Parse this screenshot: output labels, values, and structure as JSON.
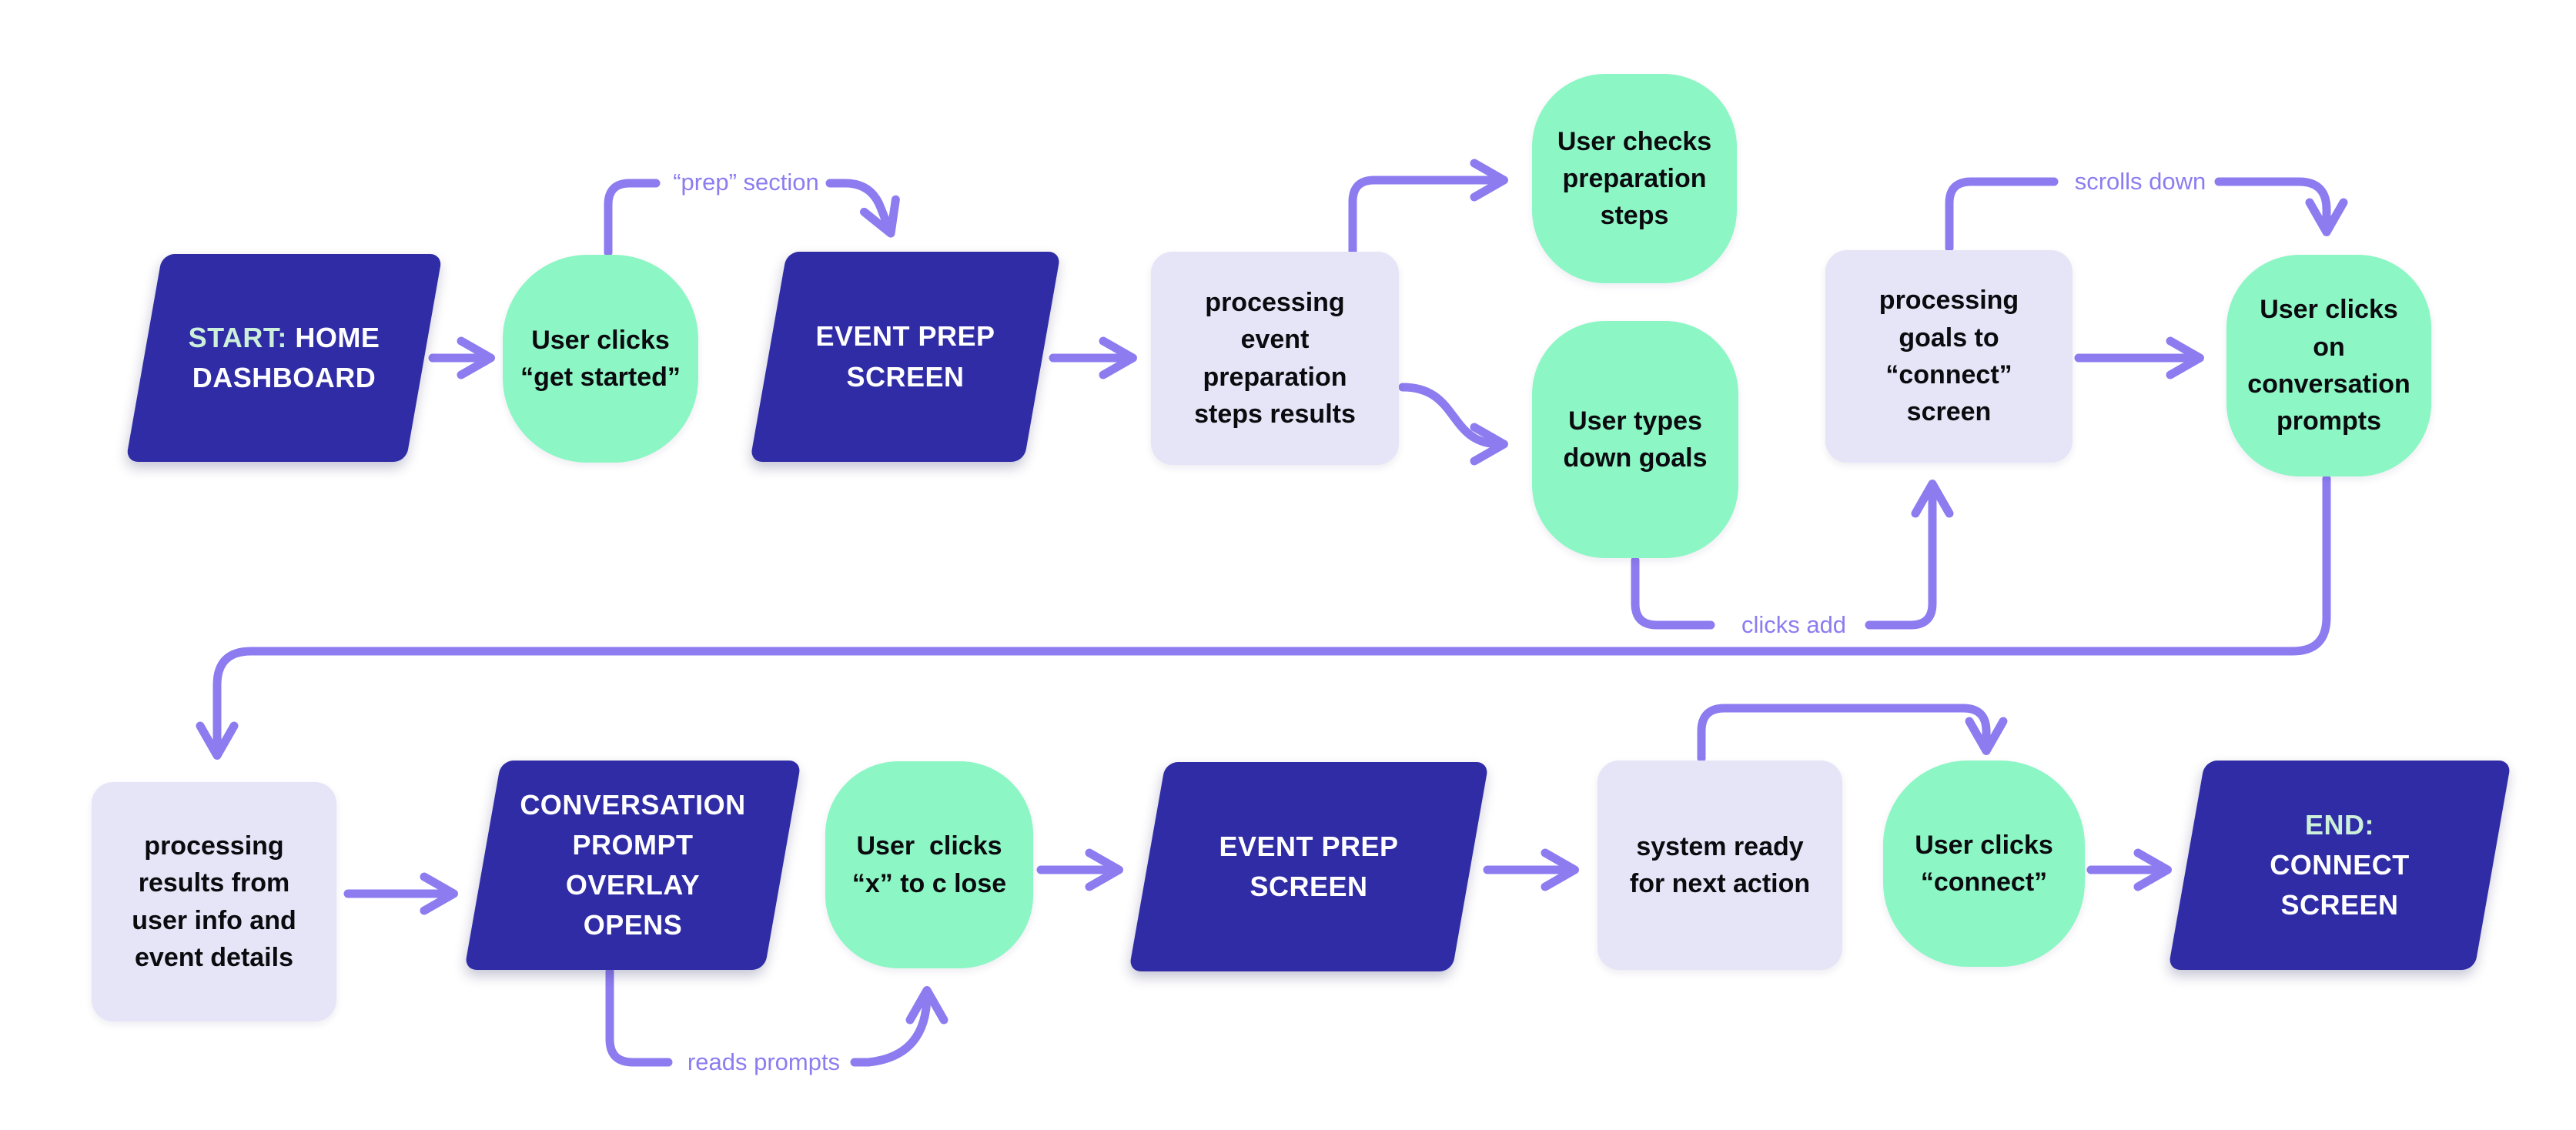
{
  "diagram": {
    "colors": {
      "screen_blue": "#2f2ca6",
      "action_green": "#8cf6c5",
      "process_lavender": "#e5e5f7",
      "arrow_purple": "#8c7cf0",
      "prefix_mint": "#cdf0da"
    },
    "nodes": {
      "start": {
        "prefix": "START:",
        "text": " HOME\nDASHBOARD"
      },
      "user_get_started": {
        "text": "User clicks\n“get started”"
      },
      "event_prep_1": {
        "text": "EVENT PREP\nSCREEN"
      },
      "proc_event_steps": {
        "text": "processing\nevent\npreparation\nsteps results"
      },
      "user_checks_steps": {
        "text": "User checks\npreparation\nsteps"
      },
      "user_types_goals": {
        "text": "User types\ndown goals"
      },
      "proc_goals_connect": {
        "text": "processing\ngoals to\n“connect”\nscreen"
      },
      "user_conversation_prompts": {
        "text": "User clicks\non\nconversation\nprompts"
      },
      "proc_results_info": {
        "text": "processing\nresults from\nuser info and\nevent details"
      },
      "conversation_overlay": {
        "text": "CONVERSATION\nPROMPT\nOVERLAY\nOPENS"
      },
      "user_close_x": {
        "text": "User  clicks\n“x” to c lose"
      },
      "event_prep_2": {
        "text": "EVENT PREP\nSCREEN"
      },
      "system_ready": {
        "text": "system ready\nfor next action"
      },
      "user_connect": {
        "text": "User clicks\n“connect”"
      },
      "end": {
        "prefix": "END:",
        "text": "\nCONNECT\nSCREEN"
      }
    },
    "edge_labels": {
      "prep_section": "“prep” section",
      "clicks_add": "clicks add",
      "scrolls_down": "scrolls down",
      "reads_prompts": "reads prompts"
    }
  }
}
